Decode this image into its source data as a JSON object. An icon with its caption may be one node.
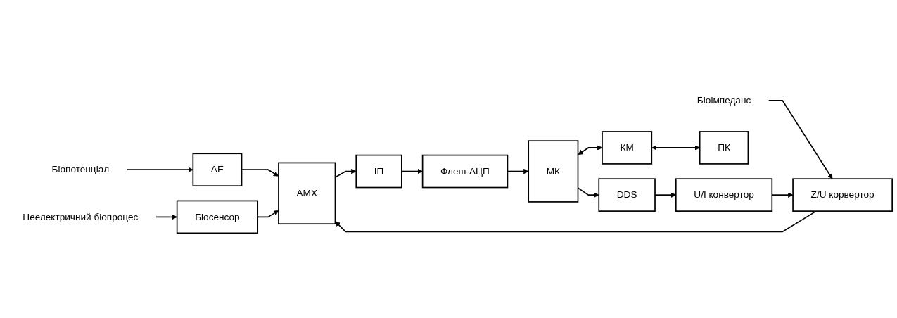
{
  "diagram": {
    "nodes": [
      {
        "text": [
          "Біопотенціал"
        ]
      },
      {
        "text": [
          "АЕ"
        ]
      },
      {
        "text": [
          "Неелектричний біопроцес"
        ]
      },
      {
        "text": [
          "Біосенсор"
        ]
      },
      {
        "text": [
          "Біоімпеданс"
        ]
      },
      {
        "text": [
          "Z/U корвертор"
        ]
      },
      {
        "text": [
          "АМХ"
        ]
      },
      {
        "text": [
          "ІП"
        ]
      },
      {
        "text": [
          "Флеш-АЦП"
        ]
      },
      {
        "text": [
          "МК"
        ]
      },
      {
        "text": [
          "КМ"
        ]
      },
      {
        "text": [
          "ПК"
        ]
      },
      {
        "text": [
          "DDS"
        ]
      },
      {
        "text": [
          "U/I конвертор"
        ]
      }
    ],
    "edges": [
      {
        "from": 0,
        "to": 1,
        "arrow": "to"
      },
      {
        "from": 1,
        "to": 6,
        "arrow": "to"
      },
      {
        "from": 2,
        "to": 3,
        "arrow": "to"
      },
      {
        "from": 3,
        "to": 6,
        "arrow": "to"
      },
      {
        "from": 4,
        "to": 5,
        "arrow": "to"
      },
      {
        "from": 5,
        "to": 6,
        "arrow": "to"
      },
      {
        "from": 6,
        "to": 7,
        "arrow": "to"
      },
      {
        "from": 7,
        "to": 8,
        "arrow": "to"
      },
      {
        "from": 8,
        "to": 9,
        "arrow": "to"
      },
      {
        "from": 9,
        "to": 10,
        "arrow": "both"
      },
      {
        "from": 10,
        "to": 11,
        "arrow": "both"
      },
      {
        "from": 9,
        "to": 12,
        "arrow": "to"
      },
      {
        "from": 12,
        "to": 13,
        "arrow": "to"
      },
      {
        "from": 13,
        "to": 5,
        "arrow": "to"
      }
    ]
  }
}
